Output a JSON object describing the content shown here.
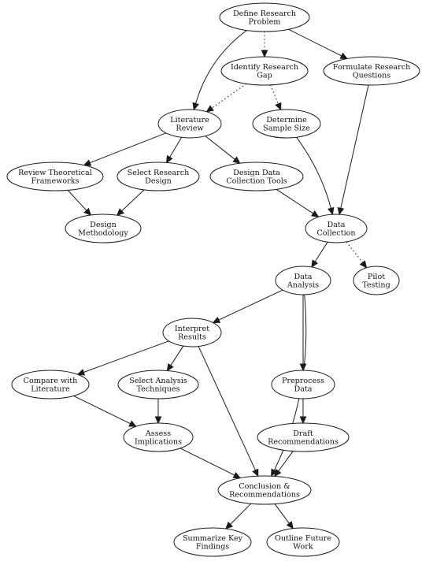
{
  "diagram": {
    "nodes": [
      {
        "id": "define",
        "lines": [
          "Define Research",
          "Problem"
        ]
      },
      {
        "id": "identify",
        "lines": [
          "Identify Research",
          "Gap"
        ]
      },
      {
        "id": "formulate",
        "lines": [
          "Formulate Research",
          "Questions"
        ]
      },
      {
        "id": "literature",
        "lines": [
          "Literature",
          "Review"
        ]
      },
      {
        "id": "sample",
        "lines": [
          "Determine",
          "Sample Size"
        ]
      },
      {
        "id": "theory",
        "lines": [
          "Review Theoretical",
          "Frameworks"
        ]
      },
      {
        "id": "design",
        "lines": [
          "Select Research",
          "Design"
        ]
      },
      {
        "id": "tools",
        "lines": [
          "Design Data",
          "Collection Tools"
        ]
      },
      {
        "id": "methodology",
        "lines": [
          "Design",
          "Methodology"
        ]
      },
      {
        "id": "collection",
        "lines": [
          "Data",
          "Collection"
        ]
      },
      {
        "id": "analysis",
        "lines": [
          "Data",
          "Analysis"
        ]
      },
      {
        "id": "pilot",
        "lines": [
          "Pilot",
          "Testing"
        ]
      },
      {
        "id": "interpret",
        "lines": [
          "Interpret",
          "Results"
        ]
      },
      {
        "id": "compare",
        "lines": [
          "Compare with",
          "Literature"
        ]
      },
      {
        "id": "techniques",
        "lines": [
          "Select Analysis",
          "Techniques"
        ]
      },
      {
        "id": "preprocess",
        "lines": [
          "Preprocess",
          "Data"
        ]
      },
      {
        "id": "assess",
        "lines": [
          "Assess",
          "Implications"
        ]
      },
      {
        "id": "draft",
        "lines": [
          "Draft",
          "Recommendations"
        ]
      },
      {
        "id": "conclusion",
        "lines": [
          "Conclusion &",
          "Recommendations"
        ]
      },
      {
        "id": "summarize",
        "lines": [
          "Summarize Key",
          "Findings"
        ]
      },
      {
        "id": "outline",
        "lines": [
          "Outline Future",
          "Work"
        ]
      }
    ],
    "edges": [
      {
        "from": "define",
        "to": "identify",
        "style": "dotted"
      },
      {
        "from": "define",
        "to": "formulate",
        "style": "solid"
      },
      {
        "from": "define",
        "to": "literature",
        "style": "solid"
      },
      {
        "from": "identify",
        "to": "literature",
        "style": "dotted"
      },
      {
        "from": "identify",
        "to": "sample",
        "style": "dotted"
      },
      {
        "from": "formulate",
        "to": "collection",
        "style": "solid"
      },
      {
        "from": "literature",
        "to": "theory",
        "style": "solid"
      },
      {
        "from": "literature",
        "to": "design",
        "style": "solid"
      },
      {
        "from": "literature",
        "to": "tools",
        "style": "solid"
      },
      {
        "from": "sample",
        "to": "collection",
        "style": "solid"
      },
      {
        "from": "theory",
        "to": "methodology",
        "style": "solid"
      },
      {
        "from": "design",
        "to": "methodology",
        "style": "solid"
      },
      {
        "from": "tools",
        "to": "collection",
        "style": "solid"
      },
      {
        "from": "collection",
        "to": "analysis",
        "style": "solid"
      },
      {
        "from": "collection",
        "to": "pilot",
        "style": "dotted"
      },
      {
        "from": "analysis",
        "to": "interpret",
        "style": "solid"
      },
      {
        "from": "analysis",
        "to": "preprocess",
        "style": "solid"
      },
      {
        "from": "analysis",
        "to": "conclusion",
        "style": "solid"
      },
      {
        "from": "interpret",
        "to": "compare",
        "style": "solid"
      },
      {
        "from": "interpret",
        "to": "techniques",
        "style": "solid"
      },
      {
        "from": "interpret",
        "to": "conclusion",
        "style": "solid"
      },
      {
        "from": "compare",
        "to": "assess",
        "style": "solid"
      },
      {
        "from": "techniques",
        "to": "assess",
        "style": "solid"
      },
      {
        "from": "preprocess",
        "to": "draft",
        "style": "solid"
      },
      {
        "from": "assess",
        "to": "conclusion",
        "style": "solid"
      },
      {
        "from": "draft",
        "to": "conclusion",
        "style": "solid"
      },
      {
        "from": "conclusion",
        "to": "summarize",
        "style": "solid"
      },
      {
        "from": "conclusion",
        "to": "outline",
        "style": "solid"
      }
    ]
  }
}
